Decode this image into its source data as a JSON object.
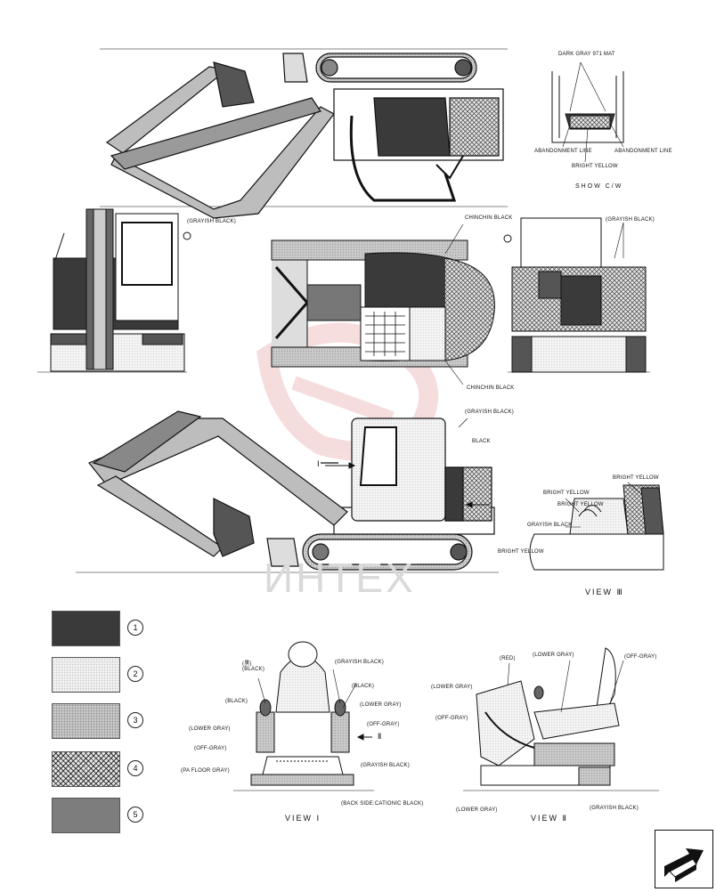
{
  "labels": {
    "dark_gray_mat": "DARK GRAY 971 MAT",
    "abandonment_left": "ABANDONMENT LINE",
    "abandonment_right": "ABANDONMENT LINE",
    "bright_yellow_top": "BRIGHT YELLOW",
    "show_cw": "SHOW C/W",
    "grayish_black_front": "(GRAYISH BLACK)",
    "chinchin_black_top": "CHINCHIN BLACK",
    "chinchin_black_bottom": "CHINCHIN BLACK",
    "grayish_black_rear": "(GRAYISH BLACK)",
    "grayish_black_side": "(GRAYISH BLACK)",
    "black_side": "BLACK",
    "bright_yellow_v3a": "BRIGHT YELLOW",
    "bright_yellow_v3b": "BRIGHT YELLOW",
    "bright_yellow_v3c": "BRIGHT YELLOW",
    "grayish_black_v3": "GRAYISH BLACK",
    "bright_yellow_v3d": "BRIGHT YELLOW",
    "view3": "VIEW Ⅲ",
    "v1_black_paren": "(黒)",
    "v1_black_a": "(BLACK)",
    "v1_grayish_black_a": "(GRAYISH BLACK)",
    "v1_black_b": "(BLACK)",
    "v1_black_c": "(BLACK)",
    "v1_lower_gray_a": "(LOWER GRAY)",
    "v1_off_gray_a": "(OFF-GRAY)",
    "v1_lower_gray_b": "(LOWER GRAY)",
    "v1_off_gray_b": "(OFF-GRAY)",
    "v1_grayish_black_b": "(GRAYISH BLACK)",
    "v1_floor_gray": "(PA FLOOR GRAY)",
    "v1_back_side": "(BACK SIDE:CATIONIC BLACK)",
    "view1": "VIEW Ⅰ",
    "v2_red": "(RED)",
    "v2_lower_gray_a": "(LOWER GRAY)",
    "v2_off_gray_a": "(OFF-GRAY)",
    "v2_lower_gray_b": "(LOWER GRAY)",
    "v2_off_gray_b": "(OFF-GRAY)",
    "v2_lower_gray_c": "(LOWER GRAY)",
    "v2_grayish_black": "(GRAYISH BLACK)",
    "view2": "VIEW Ⅱ",
    "arrow_i": "Ⅰ",
    "arrow_ii": "Ⅱ"
  },
  "legend": [
    {
      "num": "1",
      "color": "#3a3a3a"
    },
    {
      "num": "2",
      "color": "#efefef"
    },
    {
      "num": "3",
      "color": "#c9c9c9"
    },
    {
      "num": "4",
      "color": "#d8d8d8"
    },
    {
      "num": "5",
      "color": "#7d7d7d"
    }
  ],
  "watermark": "ИНТЕХ",
  "colors": {
    "dark": "#3a3a3a",
    "crosshatch": "#5a5a5a",
    "mid": "#7d7d7d",
    "light": "#efefef",
    "watermark_red": "#e8a0a0"
  },
  "nav_icon": "next-page-arrow-icon"
}
